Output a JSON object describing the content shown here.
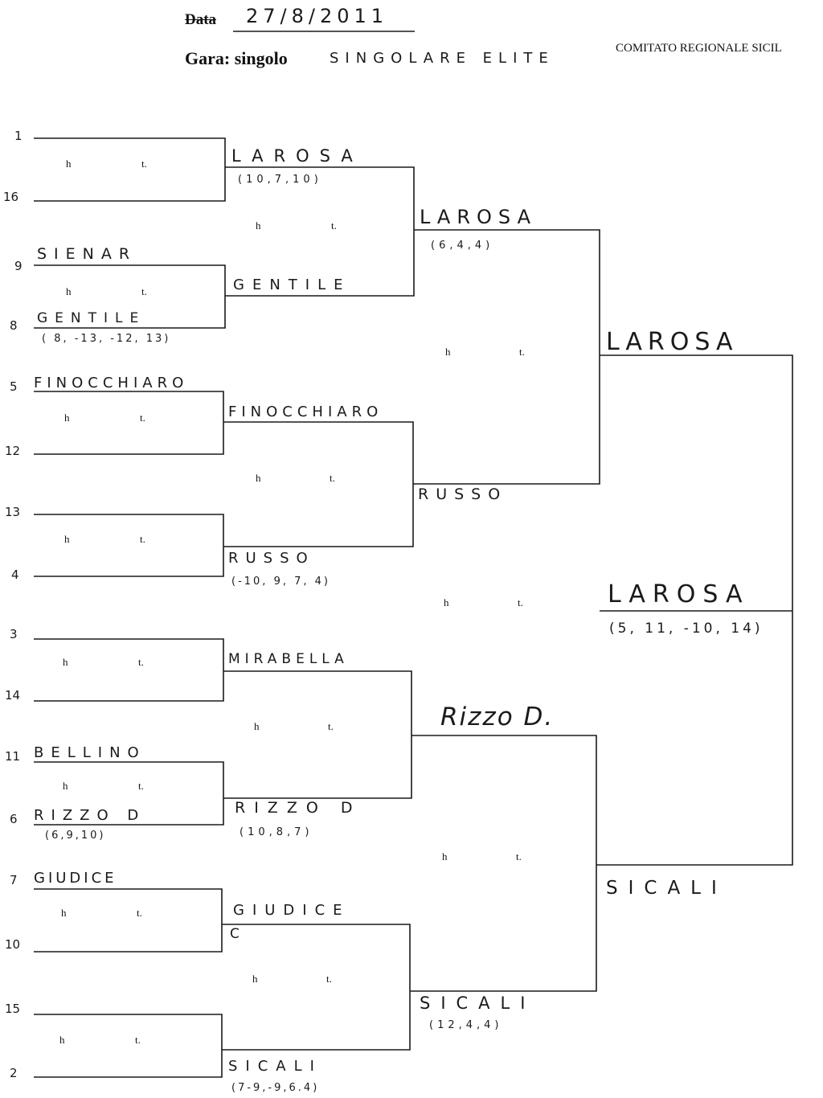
{
  "header": {
    "data_label": "Data",
    "date": "27/8/2011",
    "gara_label": "Gara: singolo",
    "gara_value": "SINGOLARE ELITE",
    "committee": "COMITATO REGIONALE SICIL"
  },
  "ht": {
    "h": "h",
    "t": "t."
  },
  "seeds": [
    "1",
    "16",
    "9",
    "8",
    "5",
    "12",
    "13",
    "4",
    "3",
    "14",
    "11",
    "6",
    "7",
    "10",
    "15",
    "2"
  ],
  "round1": {
    "s9": "SIENAR",
    "s8": "GENTILE",
    "s8_score": "( 8, -13, -12, 13)",
    "s5": "FINOCCHIARO",
    "s11": "BELLINO",
    "s6": "RIZZO D",
    "s6_score": "(6,9,10)",
    "s7": "GIUDICE"
  },
  "round2": {
    "m1": "LAROSA",
    "m1_score": "(10,7,10)",
    "m2": "GENTILE",
    "m3": "FINOCCHIARO",
    "m4": "RUSSO",
    "m4_score": "(-10, 9, 7, 4)",
    "m5": "MIRABELLA",
    "m6": "RIZZO D",
    "m6_score": "(10,8,7)",
    "m7": "GIUDICE",
    "m7_extra": "C",
    "m8": "SICALI",
    "m8_score": "(7-9,-9,6.4)"
  },
  "round3": {
    "q1": "LAROSA",
    "q1_score": "(6,4,4)",
    "q2": "RUSSO",
    "q3": "Rizzo D.",
    "q4": "SICALI",
    "q4_score": "(12,4,4)"
  },
  "round4": {
    "s1": "LAROSA",
    "s2": "SICALI"
  },
  "final": {
    "winner": "LAROSA",
    "score": "(5, 11, -10, 14)"
  }
}
